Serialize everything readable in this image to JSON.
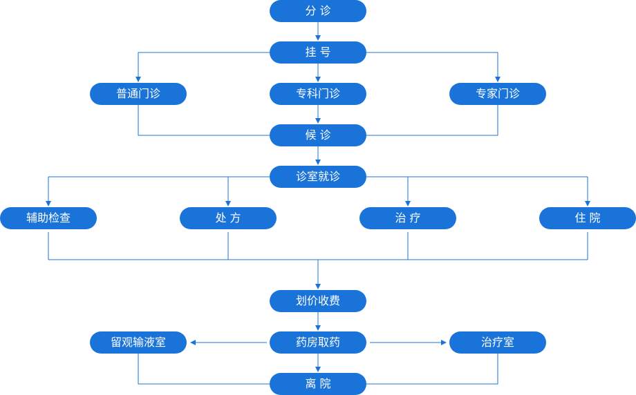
{
  "colors": {
    "node_fill": "#1a73d9",
    "node_text": "#ffffff",
    "connector": "#1a73d9",
    "background": "#ffffff"
  },
  "nodes": {
    "fenzhen": "分 诊",
    "guahao": "挂 号",
    "putong": "普通门诊",
    "zhuanke": "专科门诊",
    "zhuanjia": "专家门诊",
    "houzhen": "候 诊",
    "zhenshi": "诊室就诊",
    "fuzhu": "辅助检查",
    "chufang": "处 方",
    "zhiliao": "治 疗",
    "zhuyuan": "住 院",
    "huajia": "划价收费",
    "yaofang": "药房取药",
    "liuguan": "留观输液室",
    "zhiliaoshi": "治疗室",
    "liyuan": "离 院"
  }
}
